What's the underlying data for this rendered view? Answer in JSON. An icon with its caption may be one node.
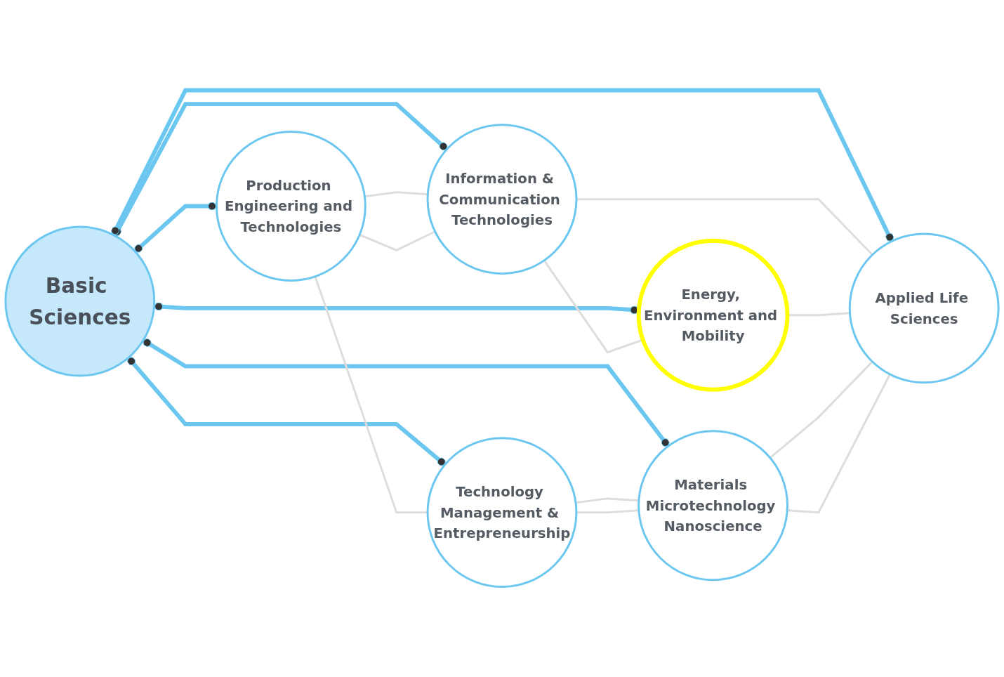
{
  "diagram": {
    "nodes": [
      {
        "text": [
          "Production Engineering and Technologies"
        ]
      },
      {
        "text": [
          "Information & Communication Technologies"
        ]
      },
      {
        "text": [
          "Energy, Environment and Mobility"
        ]
      },
      {
        "text": [
          "Basic Sciences"
        ]
      },
      {
        "text": [
          "Technology Management & Entrepreneurship"
        ]
      },
      {
        "text": [
          "Materials Microtechnology Nanoscience"
        ]
      },
      {
        "text": [
          "Applied Life Sciences"
        ]
      }
    ],
    "edges": [
      {
        "from": 3,
        "to": 0,
        "arrow": "other",
        "style": "thick",
        "color": "#6cc7f0"
      },
      {
        "from": 3,
        "to": 1,
        "arrow": "other",
        "style": "thick",
        "color": "#6cc7f0"
      },
      {
        "from": 3,
        "to": 2,
        "arrow": "other",
        "style": "thick",
        "color": "#6cc7f0"
      },
      {
        "from": 3,
        "to": 4,
        "arrow": "other",
        "style": "thick",
        "color": "#6cc7f0"
      },
      {
        "from": 3,
        "to": 5,
        "arrow": "other",
        "style": "thick",
        "color": "#6cc7f0"
      },
      {
        "from": 3,
        "to": 6,
        "arrow": "other",
        "style": "thick",
        "color": "#6cc7f0"
      },
      {
        "from": 0,
        "to": 1,
        "arrow": "none",
        "color": "#dddddd"
      },
      {
        "from": 0,
        "to": 1,
        "arrow": "none",
        "color": "#dddddd"
      },
      {
        "from": 1,
        "to": 2,
        "arrow": "none",
        "color": "#dddddd"
      },
      {
        "from": 0,
        "to": 4,
        "arrow": "none",
        "color": "#dddddd"
      },
      {
        "from": 1,
        "to": 6,
        "arrow": "none",
        "color": "#dddddd"
      },
      {
        "from": 2,
        "to": 6,
        "arrow": "none",
        "color": "#dddddd"
      },
      {
        "from": 4,
        "to": 5,
        "arrow": "none",
        "color": "#dddddd"
      },
      {
        "from": 4,
        "to": 5,
        "arrow": "none",
        "color": "#dddddd"
      },
      {
        "from": 5,
        "to": 6,
        "arrow": "none",
        "color": "#dddddd"
      },
      {
        "from": 5,
        "to": 6,
        "arrow": "none",
        "color": "#dddddd"
      }
    ]
  }
}
